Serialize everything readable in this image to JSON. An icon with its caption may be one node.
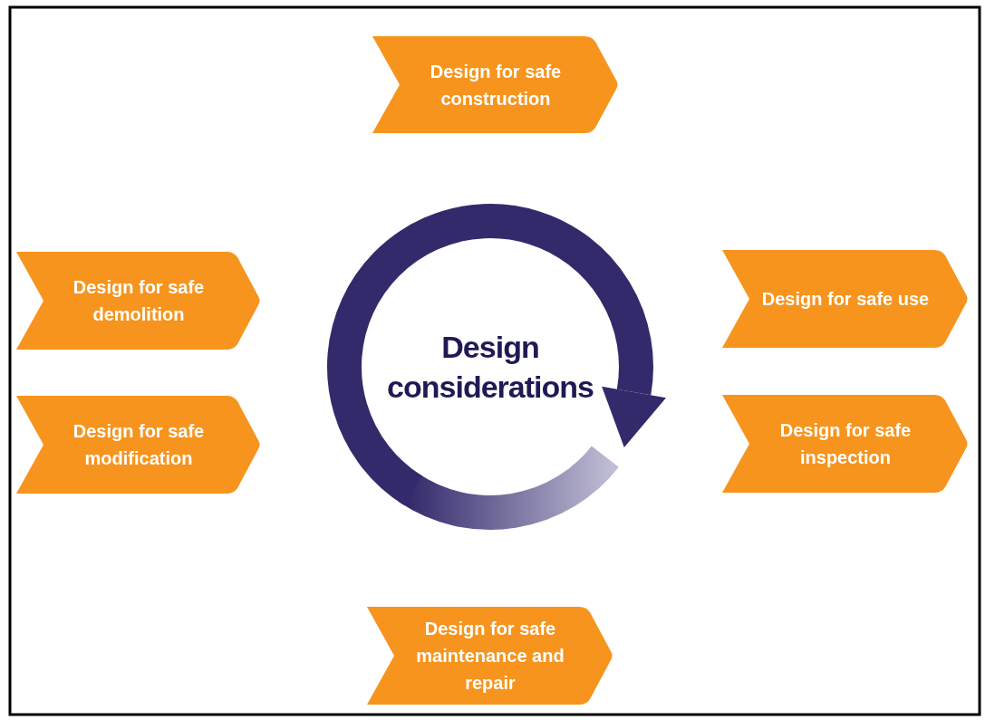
{
  "diagram": {
    "nodes": [
      {
        "text": [
          "Design for safe construction"
        ]
      },
      {
        "text": [
          "Design for safe demolition"
        ]
      },
      {
        "text": [
          "Design considerations"
        ]
      },
      {
        "text": [
          "Design for safe use"
        ]
      },
      {
        "text": [
          "Design for safe modification"
        ]
      },
      {
        "text": [
          "Design for safe inspection"
        ]
      },
      {
        "text": [
          "Design for safe maintenance and repair"
        ]
      }
    ]
  }
}
